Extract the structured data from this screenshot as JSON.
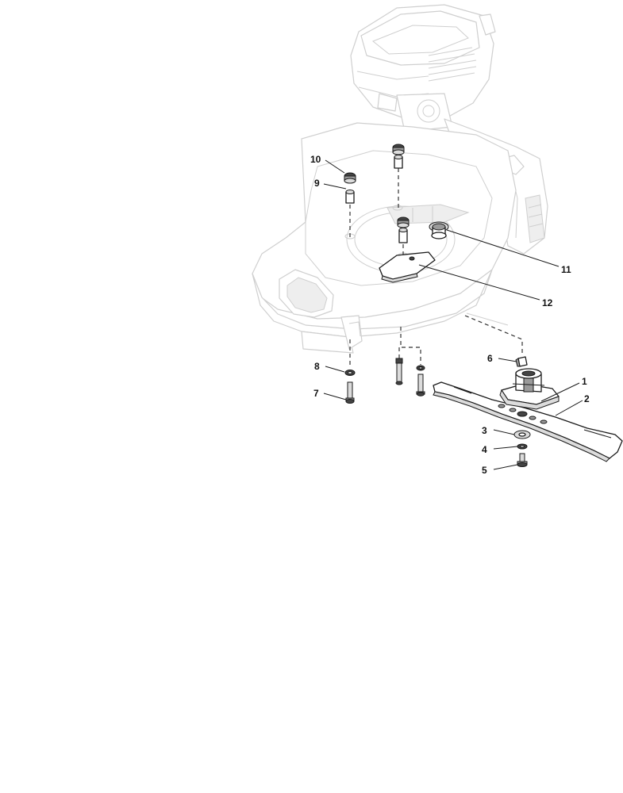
{
  "callouts": [
    {
      "id": "c1",
      "label": "1"
    },
    {
      "id": "c2",
      "label": "2"
    },
    {
      "id": "c3",
      "label": "3"
    },
    {
      "id": "c4",
      "label": "4"
    },
    {
      "id": "c5",
      "label": "5"
    },
    {
      "id": "c6",
      "label": "6"
    },
    {
      "id": "c7",
      "label": "7"
    },
    {
      "id": "c8",
      "label": "8"
    },
    {
      "id": "c9",
      "label": "9"
    },
    {
      "id": "c10",
      "label": "10"
    },
    {
      "id": "c11",
      "label": "11"
    },
    {
      "id": "c12",
      "label": "12"
    }
  ],
  "colors": {
    "background": "#ffffff",
    "ghost_outline": "#cfcfcf",
    "part_outline": "#1a1a1a"
  }
}
